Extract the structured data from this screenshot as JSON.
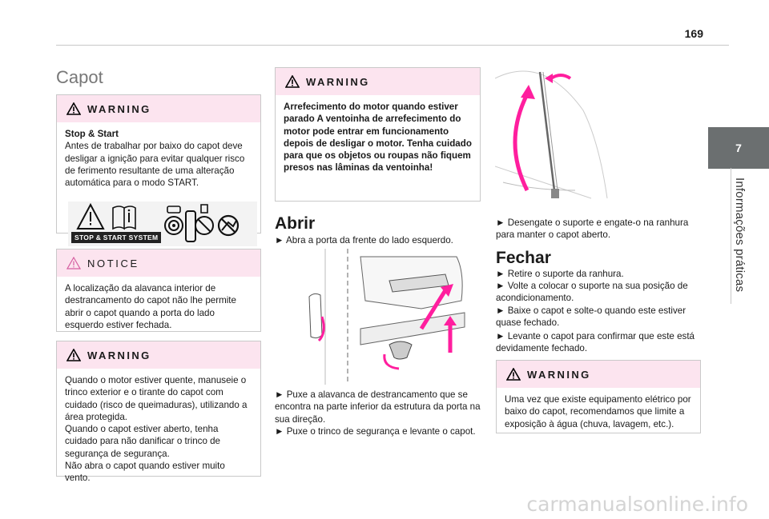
{
  "page": {
    "number": "169"
  },
  "chapter": {
    "number": "7",
    "title": "Informações práticas"
  },
  "left": {
    "title": "Capot",
    "warning1": {
      "label": "WARNING",
      "heading": "Stop & Start",
      "text": "Antes de trabalhar por baixo do capot deve desligar a ignição para evitar qualquer risco de ferimento resultante de uma alteração automática para o modo START.",
      "badge": "STOP & START SYSTEM"
    },
    "notice": {
      "label": "NOTICE",
      "text": "A localização da alavanca interior de destrancamento do capot não lhe permite abrir o capot quando a porta do lado esquerdo estiver fechada."
    },
    "warning2": {
      "label": "WARNING",
      "text1": "Quando o motor estiver quente, manuseie o trinco exterior e o tirante do capot com cuidado (risco de queimaduras), utilizando a área protegida.",
      "text2": "Quando o capot estiver aberto, tenha cuidado para não danificar o trinco de segurança de segurança.",
      "text3": "Não abra o capot quando estiver muito vento."
    }
  },
  "middle": {
    "warning": {
      "label": "WARNING",
      "text": "Arrefecimento do motor quando estiver parado A ventoinha de arrefecimento do motor pode entrar em funcionamento depois de desligar o motor. Tenha cuidado para que os objetos ou roupas não fiquem presos nas lâminas da ventoinha!"
    },
    "open_title": "Abrir",
    "open_step1": "► Abra a porta da frente do lado esquerdo.",
    "open_step2": "► Puxe a alavanca de destrancamento que se encontra na parte inferior da estrutura da porta na sua direção.",
    "open_step3": "► Puxe o trinco de segurança e levante o capot."
  },
  "right": {
    "step_disengage": "► Desengate o suporte e engate-o na ranhura para manter o capot aberto.",
    "close_title": "Fechar",
    "close_step1": "► Retire o suporte da ranhura.",
    "close_step2": "► Volte a colocar o suporte na sua posição de acondicionamento.",
    "close_step3": "► Baixe o capot e solte-o quando este estiver quase fechado.",
    "close_step4": "► Levante o capot para confirmar que este está devidamente fechado.",
    "warning": {
      "label": "WARNING",
      "text": "Uma vez que existe equipamento elétrico por baixo do capot, recomendamos que limite a exposição à água (chuva, lavagem, etc.)."
    }
  },
  "watermark": "carmanualsonline.info",
  "colors": {
    "box_header": "#fce4ef",
    "arrow": "#ff1e9e",
    "tab": "#6b6f70"
  }
}
